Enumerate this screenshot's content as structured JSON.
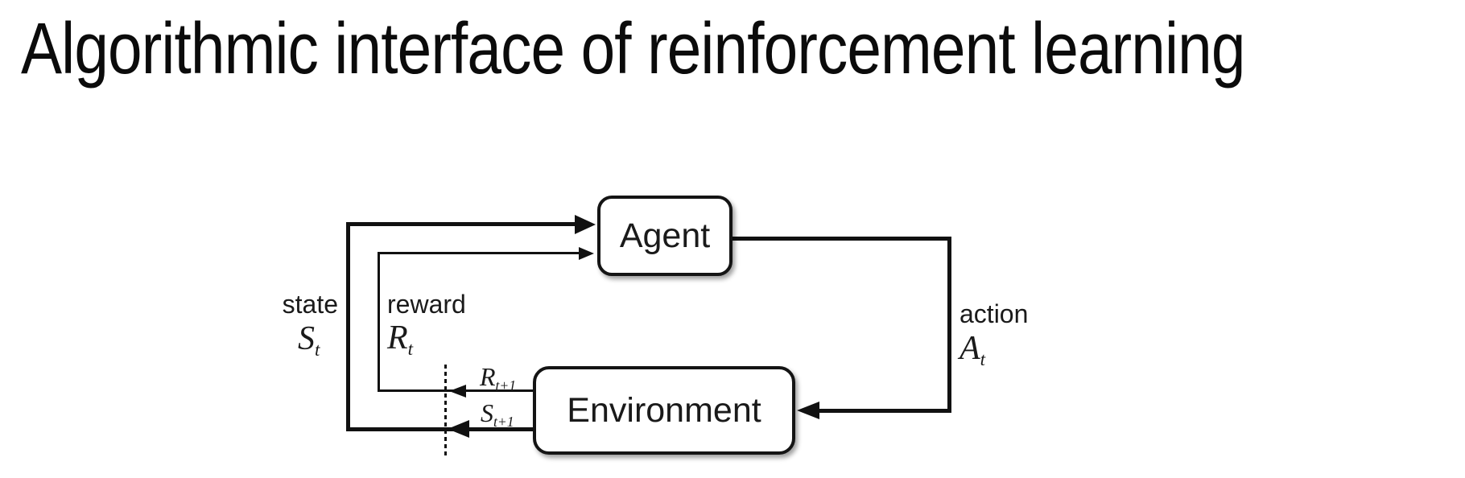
{
  "title": "Algorithmic interface of reinforcement learning",
  "diagram": {
    "nodes": {
      "agent": {
        "label": "Agent"
      },
      "environment": {
        "label": "Environment"
      }
    },
    "labels": {
      "state": {
        "word": "state",
        "symbol": "S",
        "sub": "t"
      },
      "reward": {
        "word": "reward",
        "symbol": "R",
        "sub": "t"
      },
      "action": {
        "word": "action",
        "symbol": "A",
        "sub": "t"
      },
      "next_reward": {
        "symbol": "R",
        "sub": "t+1"
      },
      "next_state": {
        "symbol": "S",
        "sub": "t+1"
      }
    },
    "colors": {
      "background": "#ffffff",
      "line": "#111111",
      "box_border": "#141414",
      "box_fill": "#ffffff",
      "text": "#1a1a1a"
    }
  }
}
